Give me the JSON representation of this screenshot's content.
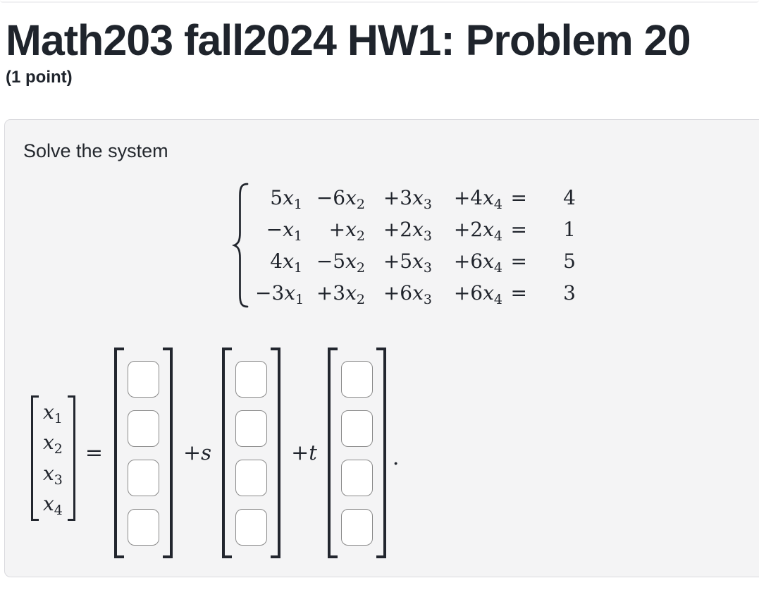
{
  "header": {
    "title": "Math203 fall2024 HW1: Problem 20",
    "points": "(1 point)"
  },
  "problem": {
    "prompt": "Solve the system",
    "system": {
      "rows": [
        {
          "terms": [
            {
              "coef": "5",
              "var": "x",
              "sub": "1"
            },
            {
              "coef": "−6",
              "var": "x",
              "sub": "2"
            },
            {
              "coef": "+3",
              "var": "x",
              "sub": "3"
            },
            {
              "coef": "+4",
              "var": "x",
              "sub": "4"
            }
          ],
          "eq": "=",
          "rhs": "4"
        },
        {
          "terms": [
            {
              "coef": "−",
              "var": "x",
              "sub": "1"
            },
            {
              "coef": "+",
              "var": "x",
              "sub": "2"
            },
            {
              "coef": "+2",
              "var": "x",
              "sub": "3"
            },
            {
              "coef": "+2",
              "var": "x",
              "sub": "4"
            }
          ],
          "eq": "=",
          "rhs": "1"
        },
        {
          "terms": [
            {
              "coef": "4",
              "var": "x",
              "sub": "1"
            },
            {
              "coef": "−5",
              "var": "x",
              "sub": "2"
            },
            {
              "coef": "+5",
              "var": "x",
              "sub": "3"
            },
            {
              "coef": "+6",
              "var": "x",
              "sub": "4"
            }
          ],
          "eq": "=",
          "rhs": "5"
        },
        {
          "terms": [
            {
              "coef": "−3",
              "var": "x",
              "sub": "1"
            },
            {
              "coef": "+3",
              "var": "x",
              "sub": "2"
            },
            {
              "coef": "+6",
              "var": "x",
              "sub": "3"
            },
            {
              "coef": "+6",
              "var": "x",
              "sub": "4"
            }
          ],
          "eq": "=",
          "rhs": "3"
        }
      ]
    },
    "answer": {
      "vector_entries": [
        {
          "var": "x",
          "sub": "1"
        },
        {
          "var": "x",
          "sub": "2"
        },
        {
          "var": "x",
          "sub": "3"
        },
        {
          "var": "x",
          "sub": "4"
        }
      ],
      "equals": "=",
      "plus_s": {
        "plus": "+",
        "param": "s"
      },
      "plus_t": {
        "plus": "+",
        "param": "t"
      },
      "period": ".",
      "input_values": [
        "",
        "",
        "",
        "",
        "",
        "",
        "",
        "",
        "",
        "",
        "",
        ""
      ]
    }
  },
  "colors": {
    "panel_bg": "#f4f4f5",
    "panel_border": "#dadade",
    "ink": "#20242c",
    "input_border": "#8a8a8a"
  }
}
